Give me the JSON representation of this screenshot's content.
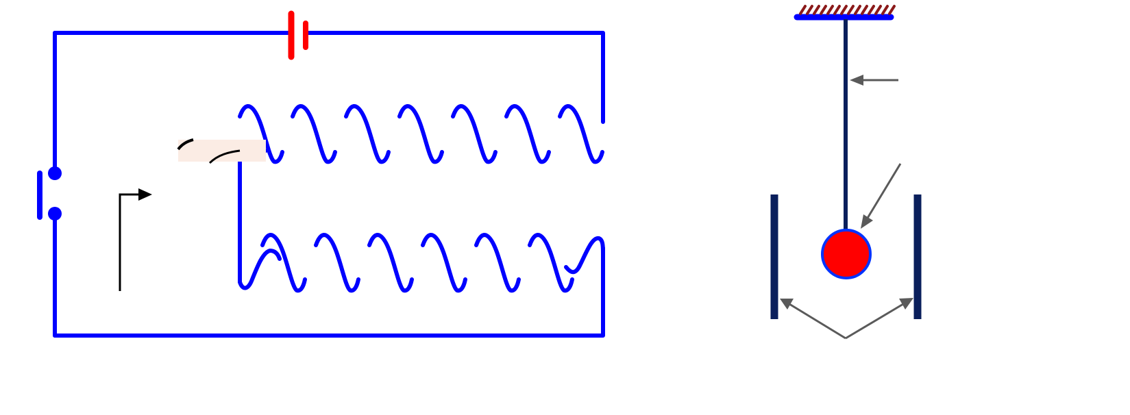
{
  "diagram": {
    "small_label": "",
    "colors": {
      "wire": "#0000ff",
      "battery": "#ff0000",
      "plate": "#0a1f5c",
      "rod": "#0a1f5c",
      "bob_fill": "#ff0000",
      "bob_outline": "#0033ff",
      "ceiling_hatch": "#8b1a1a",
      "pointer_arrow": "#5a5a5a",
      "flow_arrow": "#000000",
      "shade": "#fbece4"
    },
    "components": {
      "battery": "battery-symbol",
      "switch": "open-switch",
      "coil": "solenoid-coil",
      "pendulum": "pendulum-bob",
      "plates": "parallel-plates"
    }
  }
}
